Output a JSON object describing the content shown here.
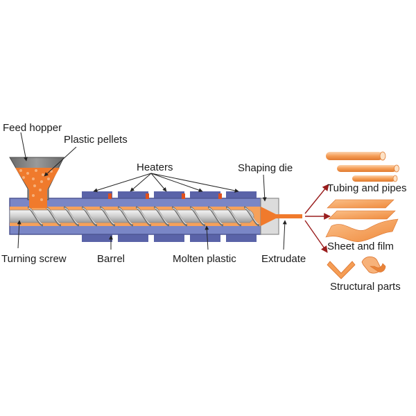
{
  "labels": {
    "feed_hopper": "Feed hopper",
    "plastic_pellets": "Plastic pellets",
    "heaters": "Heaters",
    "shaping_die": "Shaping die",
    "turning_screw": "Turning screw",
    "barrel": "Barrel",
    "molten_plastic": "Molten plastic",
    "extrudate": "Extrudate",
    "tubing_and_pipes": "Tubing and pipes",
    "sheet_and_film": "Sheet and film",
    "structural_parts": "Structural parts"
  },
  "colors": {
    "barrel": "#7a86c6",
    "heater": "#5a63a8",
    "molten": "#f07a2c",
    "molten_light": "#f6a15a",
    "hopper": "#7b7b7b",
    "screw": "#d6d6d6",
    "die": "#dcdcdc",
    "arrow": "#9a1e1e",
    "product": "#f59d55"
  },
  "heater_count": 5
}
